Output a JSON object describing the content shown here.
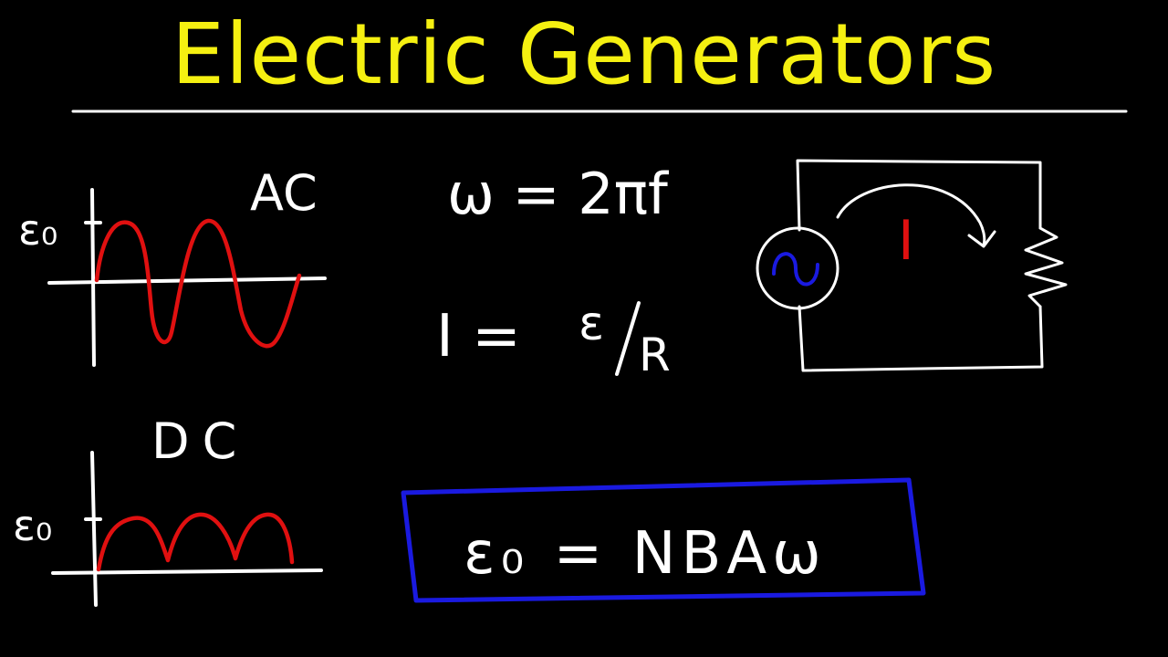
{
  "title": "Electric Generators",
  "colors": {
    "background": "#000000",
    "title": "#f5f011",
    "chalk": "#ffffff",
    "waveform": "#e01010",
    "box": "#1a1ae0"
  },
  "ac_graph": {
    "label": "AC",
    "y_label": "ε₀",
    "waveform": "sine"
  },
  "dc_graph": {
    "label": "DC",
    "y_label": "ε₀",
    "waveform": "rectified-sine"
  },
  "equations": {
    "angular_frequency": "ω = 2πf",
    "current_lhs": "I =",
    "current_numerator": "ε",
    "current_denominator": "R",
    "peak_emf": "ε₀ = NBAω"
  },
  "circuit": {
    "current_label": "I",
    "source_icon": "ac-source-icon",
    "load_icon": "resistor-icon"
  }
}
